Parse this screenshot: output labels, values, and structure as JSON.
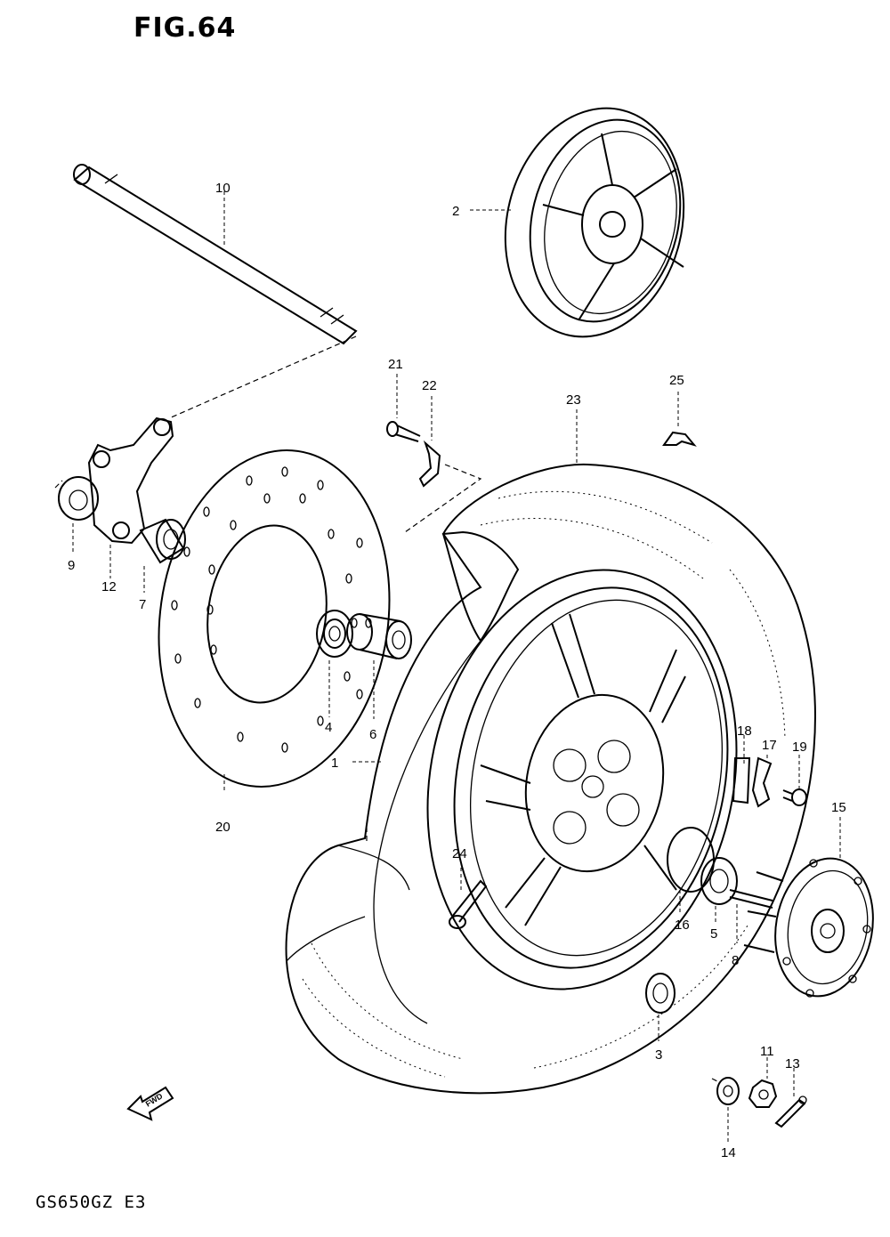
{
  "figure": {
    "title": "FIG.64",
    "model": "GS650GZ  E3",
    "direction_arrow": "FWD"
  },
  "callouts": [
    {
      "id": "1",
      "text": "1"
    },
    {
      "id": "2",
      "text": "2"
    },
    {
      "id": "3",
      "text": "3"
    },
    {
      "id": "4",
      "text": "4"
    },
    {
      "id": "5",
      "text": "5"
    },
    {
      "id": "6",
      "text": "6"
    },
    {
      "id": "7",
      "text": "7"
    },
    {
      "id": "8",
      "text": "8"
    },
    {
      "id": "9",
      "text": "9"
    },
    {
      "id": "10",
      "text": "10"
    },
    {
      "id": "11",
      "text": "11"
    },
    {
      "id": "12",
      "text": "12"
    },
    {
      "id": "13",
      "text": "13"
    },
    {
      "id": "14",
      "text": "14"
    },
    {
      "id": "15",
      "text": "15"
    },
    {
      "id": "16",
      "text": "16"
    },
    {
      "id": "17",
      "text": "17"
    },
    {
      "id": "18",
      "text": "18"
    },
    {
      "id": "19",
      "text": "19"
    },
    {
      "id": "20",
      "text": "20"
    },
    {
      "id": "21",
      "text": "21"
    },
    {
      "id": "22",
      "text": "22"
    },
    {
      "id": "23",
      "text": "23"
    },
    {
      "id": "24",
      "text": "24"
    },
    {
      "id": "25",
      "text": "25"
    }
  ]
}
